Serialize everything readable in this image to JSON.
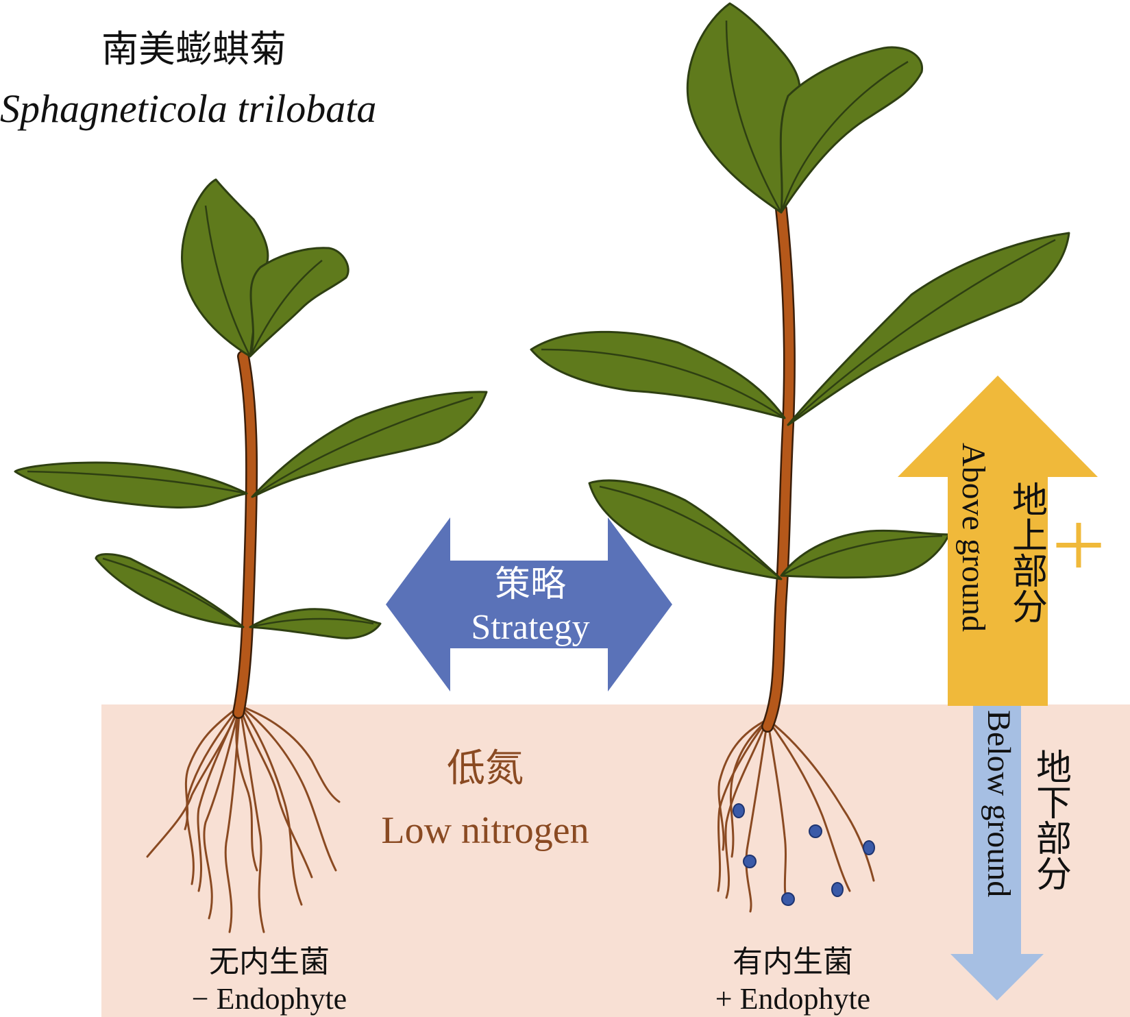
{
  "species": {
    "name_cn": "南美蟛蜞菊",
    "name_latin": "Sphagneticola trilobata"
  },
  "strategy": {
    "cn": "策略",
    "en": "Strategy"
  },
  "soil": {
    "cn": "低氮",
    "en": "Low nitrogen"
  },
  "plant_left": {
    "cn": "无内生菌",
    "en": "− Endophyte"
  },
  "plant_right": {
    "cn": "有内生菌",
    "en": "+ Endophyte"
  },
  "above_arrow": {
    "en": "Above ground",
    "cn": "地上部分",
    "sign": "+"
  },
  "below_arrow": {
    "en": "Below ground",
    "cn": "地下部分"
  },
  "colors": {
    "soil": "#f8e0d4",
    "leaf": "#5f7a1c",
    "leaf_outline": "#2e3f12",
    "stem": "#b5581a",
    "root": "#8a4a22",
    "strategy_arrow": "#5a72b8",
    "above_arrow": "#f0b93a",
    "below_arrow": "#a6bfe3",
    "endophyte": "#3a5aa8",
    "soil_text": "#8a4a22"
  }
}
